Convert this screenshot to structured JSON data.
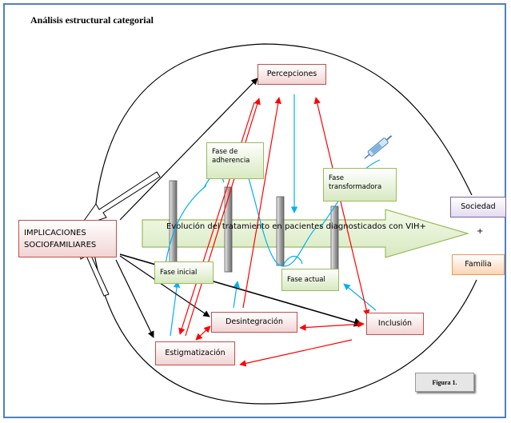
{
  "title": "Análisis estructural categorial",
  "nodes": {
    "percepciones": "Percepciones",
    "fase_adherencia": "Fase de adherencia",
    "fase_transformadora": "Fase transformadora",
    "implicaciones_line1": "IMPLICACIONES",
    "implicaciones_line2": "SOCIOFAMILIARES",
    "fase_inicial": "Fase inicial",
    "fase_actual": "Fase actual",
    "desintegracion": "Desintegración",
    "inclusion": "Inclusión",
    "estigmatizacion": "Estigmatización",
    "sociedad": "Sociedad",
    "plus": "+",
    "familia": "Familia"
  },
  "main_arrow_label": "Evolución del tratamiento en pacientes diagnosticados con VIH+",
  "figure_label": "Figura 1.",
  "colors": {
    "frame": "#4f81bd",
    "red_arrows": "#ff0000",
    "blue_arrows": "#00b0f0",
    "black_arrows": "#000000",
    "green_box": "#9bbb59",
    "pink_box": "#c0504d",
    "purple_box": "#8064a2",
    "orange_box": "#f79646"
  },
  "icons": [
    "syringe-icon"
  ]
}
